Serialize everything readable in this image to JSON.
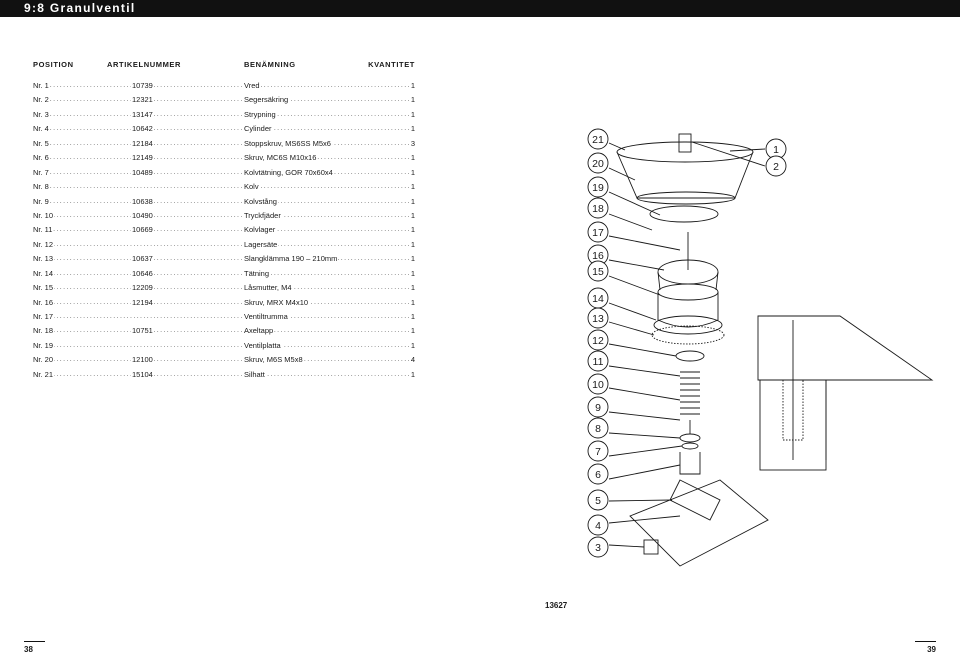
{
  "header": {
    "title": "9:8 Granulventil"
  },
  "columns": {
    "position": "POSITION",
    "article": "ARTIKELNUMMER",
    "name": "BENÄMNING",
    "quantity": "KVANTITET"
  },
  "parts": [
    {
      "pos": "Nr. 1",
      "art": "10739",
      "name": "Vred",
      "qty": "1"
    },
    {
      "pos": "Nr. 2",
      "art": "12321",
      "name": "Segersäkring",
      "qty": "1"
    },
    {
      "pos": "Nr. 3",
      "art": "13147",
      "name": "Strypning",
      "qty": "1"
    },
    {
      "pos": "Nr. 4",
      "art": "10642",
      "name": "Cylinder",
      "qty": "1"
    },
    {
      "pos": "Nr. 5",
      "art": "12184",
      "name": "Stoppskruv, MS6SS M5x6",
      "qty": "3"
    },
    {
      "pos": "Nr. 6",
      "art": "12149",
      "name": "Skruv, MC6S M10x16",
      "qty": "1"
    },
    {
      "pos": "Nr. 7",
      "art": "10489",
      "name": "Kolvtätning, GOR 70x60x4",
      "qty": "1"
    },
    {
      "pos": "Nr. 8",
      "art": "",
      "name": "Kolv",
      "qty": "1"
    },
    {
      "pos": "Nr. 9",
      "art": "10638",
      "name": "Kolvstång",
      "qty": "1"
    },
    {
      "pos": "Nr. 10",
      "art": "10490",
      "name": "Tryckfjäder",
      "qty": "1"
    },
    {
      "pos": "Nr. 11",
      "art": "10669",
      "name": "Kolvlager",
      "qty": "1"
    },
    {
      "pos": "Nr. 12",
      "art": "",
      "name": "Lagersäte",
      "qty": "1"
    },
    {
      "pos": "Nr. 13",
      "art": "10637",
      "name": "Slangklämma 190 – 210mm",
      "qty": "1"
    },
    {
      "pos": "Nr. 14",
      "art": "10646",
      "name": "Tätning",
      "qty": "1"
    },
    {
      "pos": "Nr. 15",
      "art": "12209",
      "name": "Låsmutter, M4",
      "qty": "1"
    },
    {
      "pos": "Nr. 16",
      "art": "12194",
      "name": "Skruv, MRX M4x10",
      "qty": "1"
    },
    {
      "pos": "Nr. 17",
      "art": "",
      "name": "Ventiltrumma",
      "qty": "1"
    },
    {
      "pos": "Nr. 18",
      "art": "10751",
      "name": "Axeltapp",
      "qty": "1"
    },
    {
      "pos": "Nr. 19",
      "art": "",
      "name": "Ventilplatta",
      "qty": "1"
    },
    {
      "pos": "Nr. 20",
      "art": "12100",
      "name": "Skruv, M6S M5x8",
      "qty": "4"
    },
    {
      "pos": "Nr. 21",
      "art": "15104",
      "name": "Silhatt",
      "qty": "1"
    }
  ],
  "diagram": {
    "callouts_left": [
      "21",
      "20",
      "19",
      "18",
      "17",
      "16",
      "15",
      "14",
      "13",
      "12",
      "11",
      "10",
      "9",
      "8",
      "7",
      "6",
      "5",
      "4",
      "3"
    ],
    "callouts_right": [
      "1",
      "2"
    ],
    "drawing_number": "13627"
  },
  "footer": {
    "page_left": "38",
    "page_right": "39"
  }
}
